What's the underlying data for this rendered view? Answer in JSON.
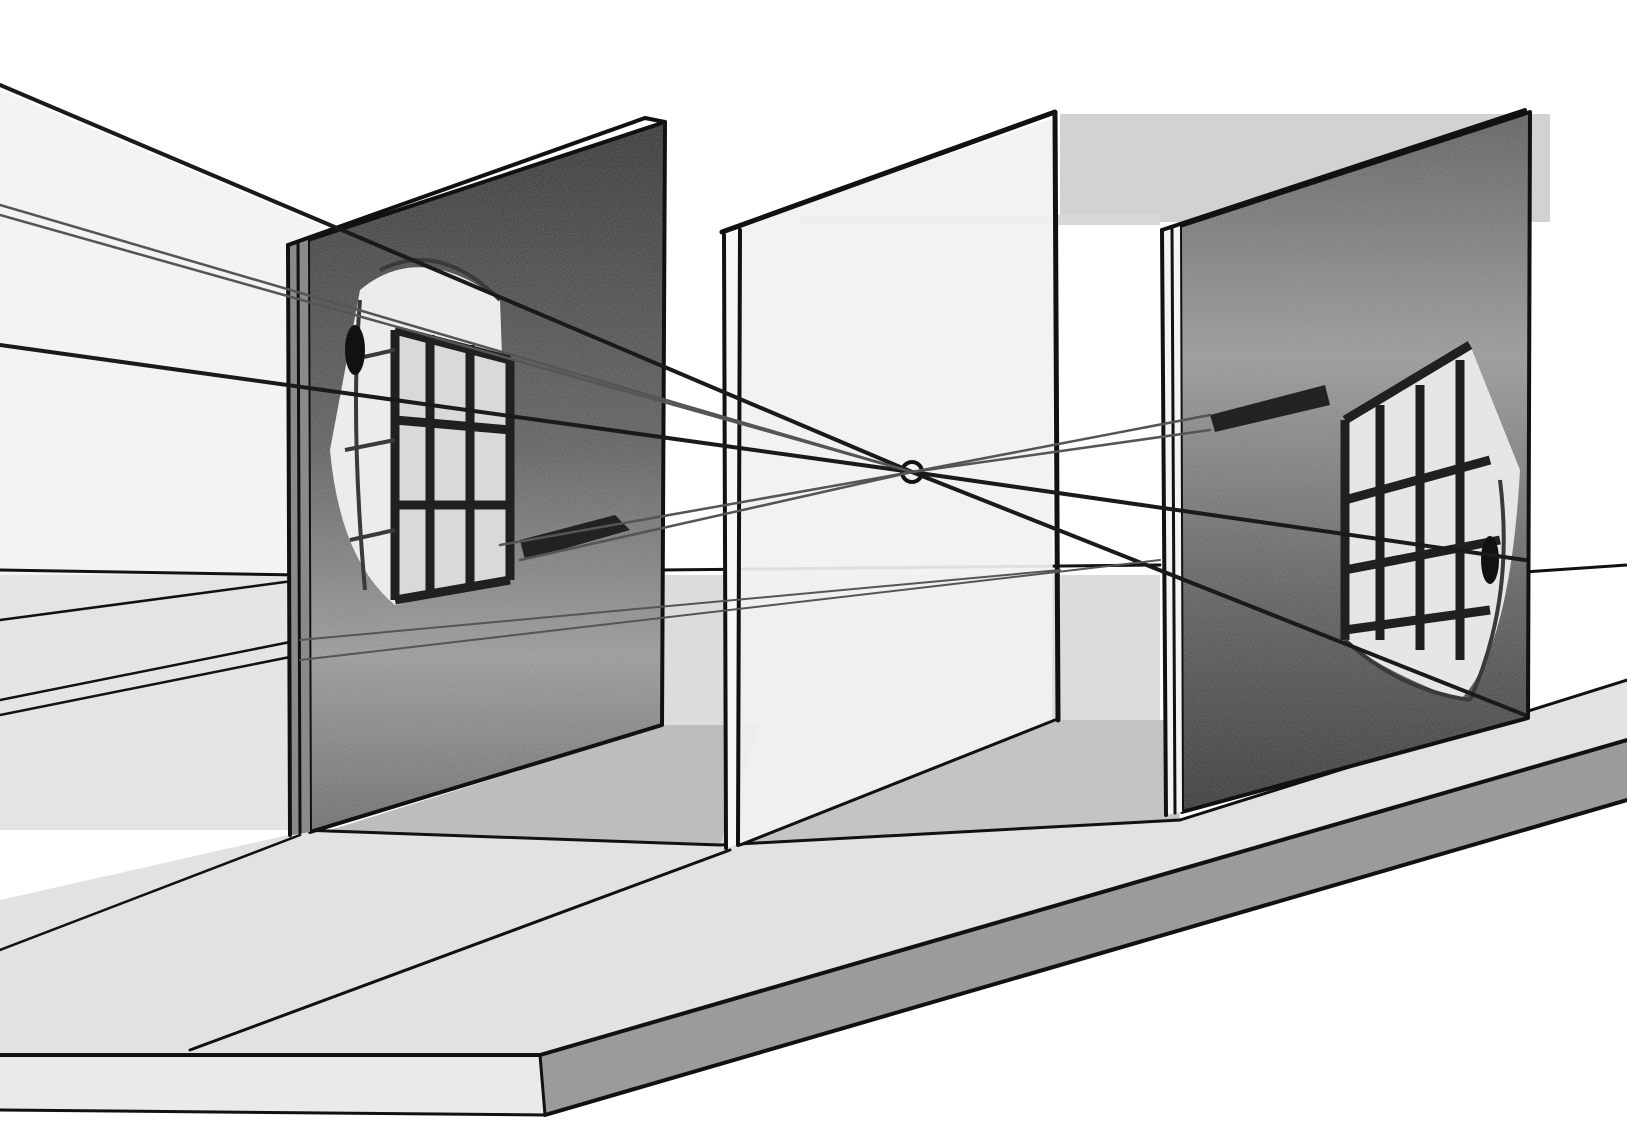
{
  "diagram": {
    "kind": "pinhole-camera-illustration",
    "elements": [
      "object-screen-left",
      "pinhole-screen-center",
      "image-screen-right",
      "pinhole",
      "light-rays",
      "base-board",
      "window-image-upright",
      "window-image-inverted"
    ]
  },
  "colors": {
    "background": "#ffffff",
    "ink": "#111111",
    "board_top": "#e2e2e2",
    "board_side": "#9b9b9b",
    "floor_shadow": "#bdbdbd",
    "screen_dark": "#3a3a3a",
    "screen_mid": "#8c8c8c",
    "glass": "#f1f1f1",
    "sky_band": "#cfcfcf"
  }
}
